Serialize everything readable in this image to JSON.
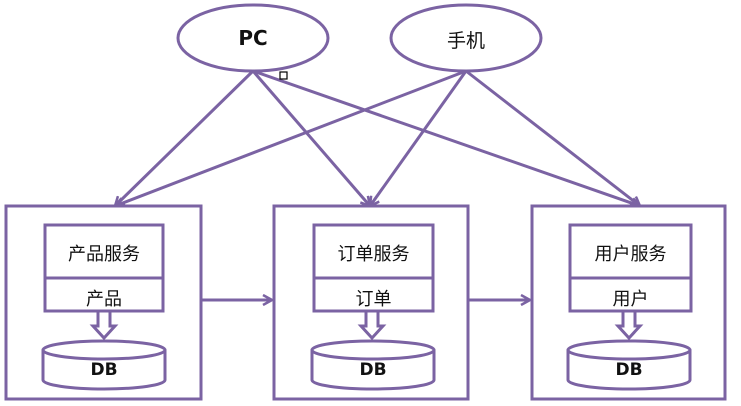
{
  "colors": {
    "stroke": "#7b63a3",
    "background": "#ffffff",
    "text": "#111111"
  },
  "clients": [
    {
      "id": "pc",
      "label": "PC"
    },
    {
      "id": "mobile",
      "label": "手机"
    }
  ],
  "services": [
    {
      "id": "product",
      "title": "产品服务",
      "module": "产品",
      "db": "DB"
    },
    {
      "id": "order",
      "title": "订单服务",
      "module": "订单",
      "db": "DB"
    },
    {
      "id": "user",
      "title": "用户服务",
      "module": "用户",
      "db": "DB"
    }
  ],
  "edges": [
    {
      "from": "pc",
      "to": "product"
    },
    {
      "from": "pc",
      "to": "order"
    },
    {
      "from": "pc",
      "to": "user"
    },
    {
      "from": "mobile",
      "to": "product"
    },
    {
      "from": "mobile",
      "to": "order"
    },
    {
      "from": "mobile",
      "to": "user"
    },
    {
      "from": "product",
      "to": "order"
    },
    {
      "from": "order",
      "to": "user"
    }
  ]
}
